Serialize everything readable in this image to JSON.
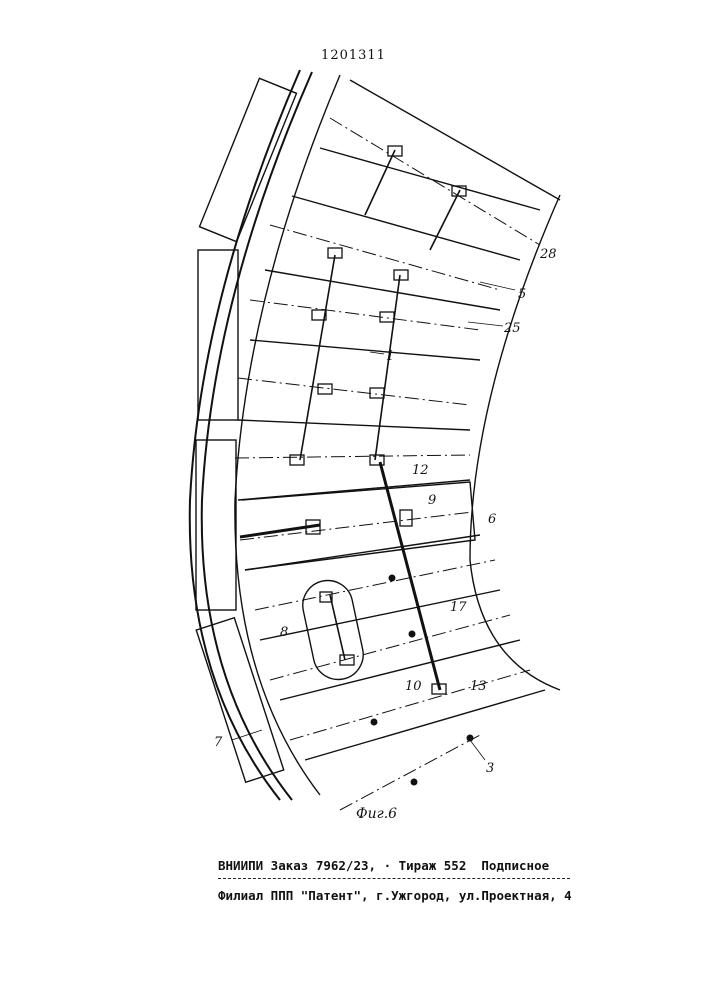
{
  "header": {
    "patent_number": "1201311"
  },
  "figure": {
    "caption": "Фиг.6",
    "labels": {
      "l28": "28",
      "l5": "5",
      "l25": "25",
      "l1": "1",
      "l12": "12",
      "l9": "9",
      "l6": "6",
      "l8": "8",
      "l17": "17",
      "l10": "10",
      "l13": "13",
      "l7": "7",
      "l3": "3"
    }
  },
  "footer": {
    "order_line": "ВНИИПИ Заказ 7962/23, · Тираж 552  Подписное",
    "branch_line": "Филиал ППП \"Патент\", г.Ужгород, ул.Проектная, 4"
  }
}
